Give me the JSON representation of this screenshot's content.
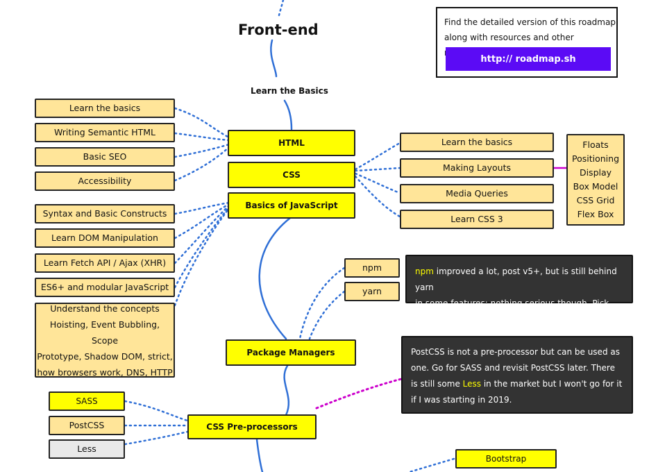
{
  "title": "Front-end",
  "subtitle": "Learn the Basics",
  "promo": {
    "text_line1": "Find the detailed version of this roadmap",
    "text_line2": "along with resources and other roadmaps",
    "link": "http:// roadmap.sh"
  },
  "main_nodes": {
    "html": "HTML",
    "css": "CSS",
    "js": "Basics of JavaScript",
    "pkg": "Package Managers",
    "preproc": "CSS Pre-processors",
    "bootstrap": "Bootstrap"
  },
  "html_topics": [
    "Learn the basics",
    "Writing Semantic HTML",
    "Basic SEO",
    "Accessibility"
  ],
  "css_topics": [
    "Learn the basics",
    "Making Layouts",
    "Media Queries",
    "Learn CSS 3"
  ],
  "layout_topics": [
    "Floats",
    "Positioning",
    "Display",
    "Box Model",
    "CSS Grid",
    "Flex Box"
  ],
  "js_topics": [
    "Syntax and Basic Constructs",
    "Learn DOM Manipulation",
    "Learn Fetch API / Ajax (XHR)",
    "ES6+ and modular JavaScript"
  ],
  "js_concepts": [
    "Understand the concepts",
    "Hoisting, Event Bubbling, Scope",
    "Prototype, Shadow DOM, strict,",
    "how browsers work, DNS, HTTP"
  ],
  "package_managers": [
    "npm",
    "yarn"
  ],
  "npm_note": {
    "highlight": "npm",
    "line1_rest": " improved a lot, post v5+, but is still behind yarn",
    "line2": "in some features; nothing serious though. Pick any!"
  },
  "postcss_note": {
    "line1": "PostCSS is not a pre-processor but can be used as",
    "line2": "one. Go for SASS and revisit PostCSS later. There",
    "line3_pre": "is still some ",
    "line3_highlight": "Less",
    "line3_post": " in the market but I won't go for it",
    "line4": "if I was starting in 2019."
  },
  "preprocessors": [
    "SASS",
    "PostCSS",
    "Less"
  ],
  "colors": {
    "main_node": "#ffff00",
    "topic": "#ffe599",
    "connector": "#2f6fd6",
    "note_link": "#cc00cc",
    "promo_button": "#5b0bf5",
    "note_bg": "#333333"
  }
}
